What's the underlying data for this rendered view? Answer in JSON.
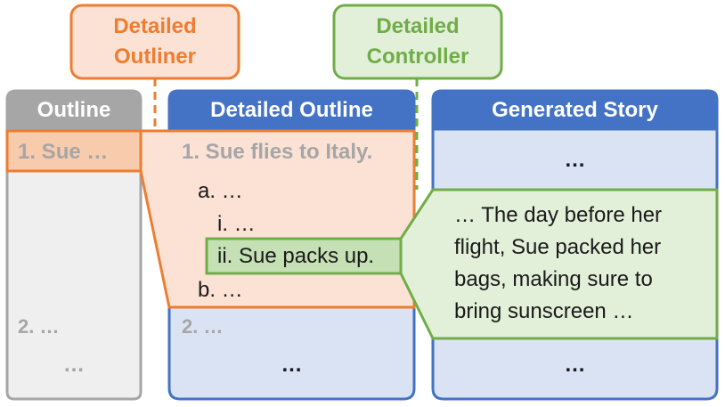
{
  "colors": {
    "outline_header": "#a6a6a6",
    "outline_fill": "#efefef",
    "blue": "#4472c4",
    "blue_fill": "#dae3f3",
    "orange": "#ed7d31",
    "orange_fill": "#fbe2d5",
    "green": "#70ad47",
    "green_fill": "#e2f0d9",
    "grey_text": "#a6a6a6"
  },
  "labels": {
    "detailed_outliner": [
      "Detailed",
      "Outliner"
    ],
    "detailed_controller": [
      "Detailed",
      "Controller"
    ]
  },
  "columns": {
    "outline": {
      "header": "Outline",
      "item1": "1. Sue …",
      "item2": "2. …",
      "more": "…"
    },
    "detailed_outline": {
      "header": "Detailed Outline",
      "item1": "1. Sue flies to Italy.",
      "item1a": "a. …",
      "item1ai": "i. …",
      "item1aii": "ii. Sue packs up.",
      "item1b": "b. …",
      "item2": "2. …",
      "more": "…"
    },
    "generated_story": {
      "header": "Generated Story",
      "top_more": "…",
      "passage": [
        "… The day before her",
        "flight, Sue packed her",
        "bags, making sure to",
        "bring sunscreen …"
      ],
      "bottom_more": "…"
    }
  }
}
